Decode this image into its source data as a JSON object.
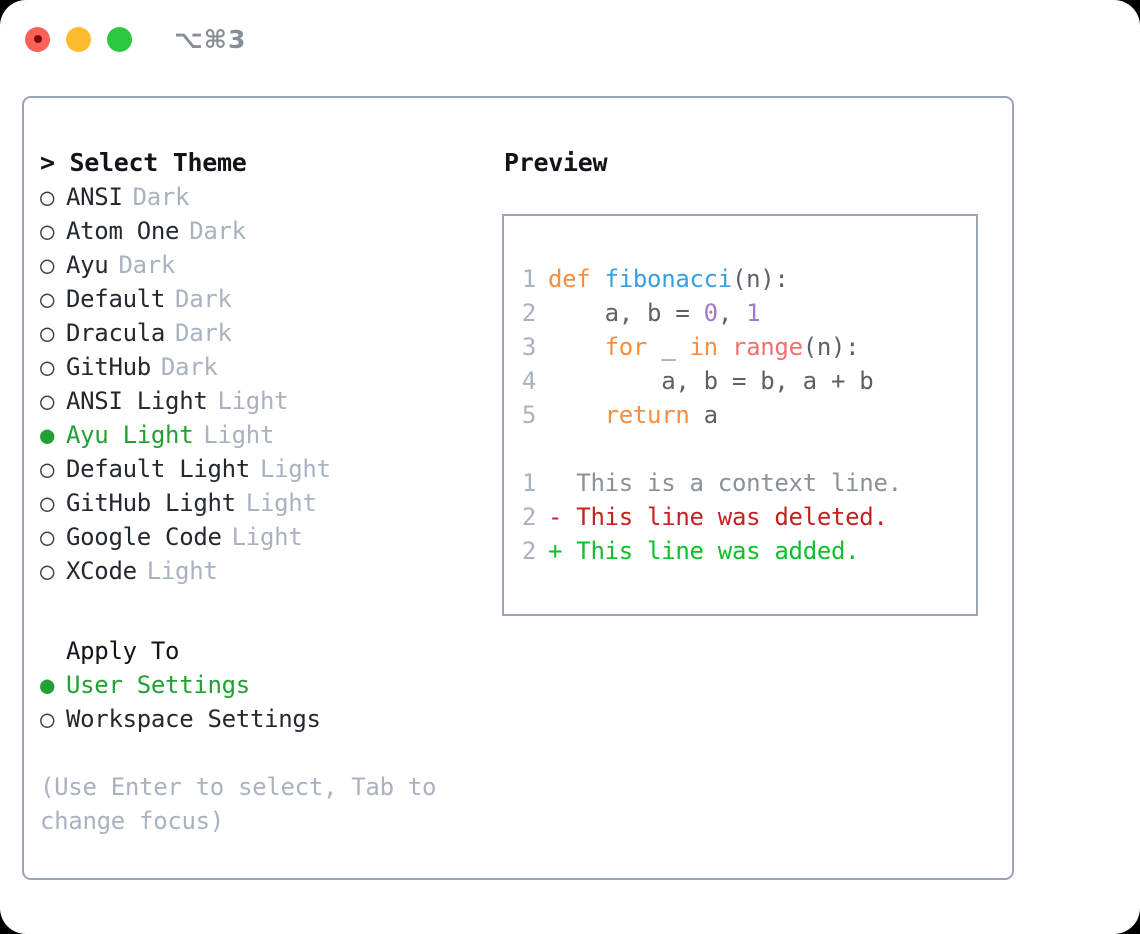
{
  "titlebar": {
    "shortcut": "⌥⌘3",
    "lights": [
      "close",
      "minimize",
      "zoom"
    ]
  },
  "theme_picker": {
    "header": "> Select Theme",
    "items": [
      {
        "bullet": "○",
        "label": "ANSI",
        "kind": "Dark",
        "selected": false
      },
      {
        "bullet": "○",
        "label": "Atom One",
        "kind": "Dark",
        "selected": false
      },
      {
        "bullet": "○",
        "label": "Ayu",
        "kind": "Dark",
        "selected": false
      },
      {
        "bullet": "○",
        "label": "Default",
        "kind": "Dark",
        "selected": false
      },
      {
        "bullet": "○",
        "label": "Dracula",
        "kind": "Dark",
        "selected": false
      },
      {
        "bullet": "○",
        "label": "GitHub",
        "kind": "Dark",
        "selected": false
      },
      {
        "bullet": "○",
        "label": "ANSI Light",
        "kind": "Light",
        "selected": false
      },
      {
        "bullet": "●",
        "label": "Ayu Light",
        "kind": "Light",
        "selected": true
      },
      {
        "bullet": "○",
        "label": "Default Light",
        "kind": "Light",
        "selected": false
      },
      {
        "bullet": "○",
        "label": "GitHub Light",
        "kind": "Light",
        "selected": false
      },
      {
        "bullet": "○",
        "label": "Google Code",
        "kind": "Light",
        "selected": false
      },
      {
        "bullet": "○",
        "label": "XCode",
        "kind": "Light",
        "selected": false
      }
    ]
  },
  "apply_to": {
    "header": "Apply To",
    "items": [
      {
        "bullet": "●",
        "label": "User Settings",
        "selected": true
      },
      {
        "bullet": "○",
        "label": "Workspace Settings",
        "selected": false
      }
    ]
  },
  "hint": "(Use Enter to select, Tab to change focus)",
  "preview": {
    "title": "Preview",
    "code_lines": [
      {
        "lineno": "1",
        "tokens": [
          {
            "t": "def",
            "c": "kw"
          },
          {
            "t": " ",
            "c": "plain"
          },
          {
            "t": "fibonacci",
            "c": "fn"
          },
          {
            "t": "(n):",
            "c": "punc"
          }
        ]
      },
      {
        "lineno": "2",
        "tokens": [
          {
            "t": "    a, b = ",
            "c": "plain"
          },
          {
            "t": "0",
            "c": "num"
          },
          {
            "t": ", ",
            "c": "plain"
          },
          {
            "t": "1",
            "c": "num"
          }
        ]
      },
      {
        "lineno": "3",
        "tokens": [
          {
            "t": "    ",
            "c": "plain"
          },
          {
            "t": "for",
            "c": "kw"
          },
          {
            "t": " _ ",
            "c": "plain"
          },
          {
            "t": "in",
            "c": "kw"
          },
          {
            "t": " ",
            "c": "plain"
          },
          {
            "t": "range",
            "c": "call"
          },
          {
            "t": "(n):",
            "c": "punc"
          }
        ]
      },
      {
        "lineno": "4",
        "tokens": [
          {
            "t": "        a, b = b, a + b",
            "c": "plain"
          }
        ]
      },
      {
        "lineno": "5",
        "tokens": [
          {
            "t": "    ",
            "c": "plain"
          },
          {
            "t": "return",
            "c": "kw"
          },
          {
            "t": " a",
            "c": "plain"
          }
        ]
      }
    ],
    "diff_lines": [
      {
        "lineno": "1",
        "marker": " ",
        "text": " This is a context line.",
        "kind": "ctx"
      },
      {
        "lineno": "2",
        "marker": "-",
        "text": " This line was deleted.",
        "kind": "del"
      },
      {
        "lineno": "2",
        "marker": "+",
        "text": " This line was added.",
        "kind": "add"
      }
    ]
  },
  "colors": {
    "accent_green": "#22a033",
    "border": "#9aa5b4",
    "muted": "#a9b2c0",
    "keyword": "#fa8d3e",
    "function": "#399ee6",
    "number": "#a37acc",
    "call": "#f07171",
    "diff_delete": "#c62121",
    "diff_add": "#10bf28",
    "light_red": "#fc6058",
    "light_amber": "#fdbc2e",
    "light_green": "#2cc840"
  }
}
